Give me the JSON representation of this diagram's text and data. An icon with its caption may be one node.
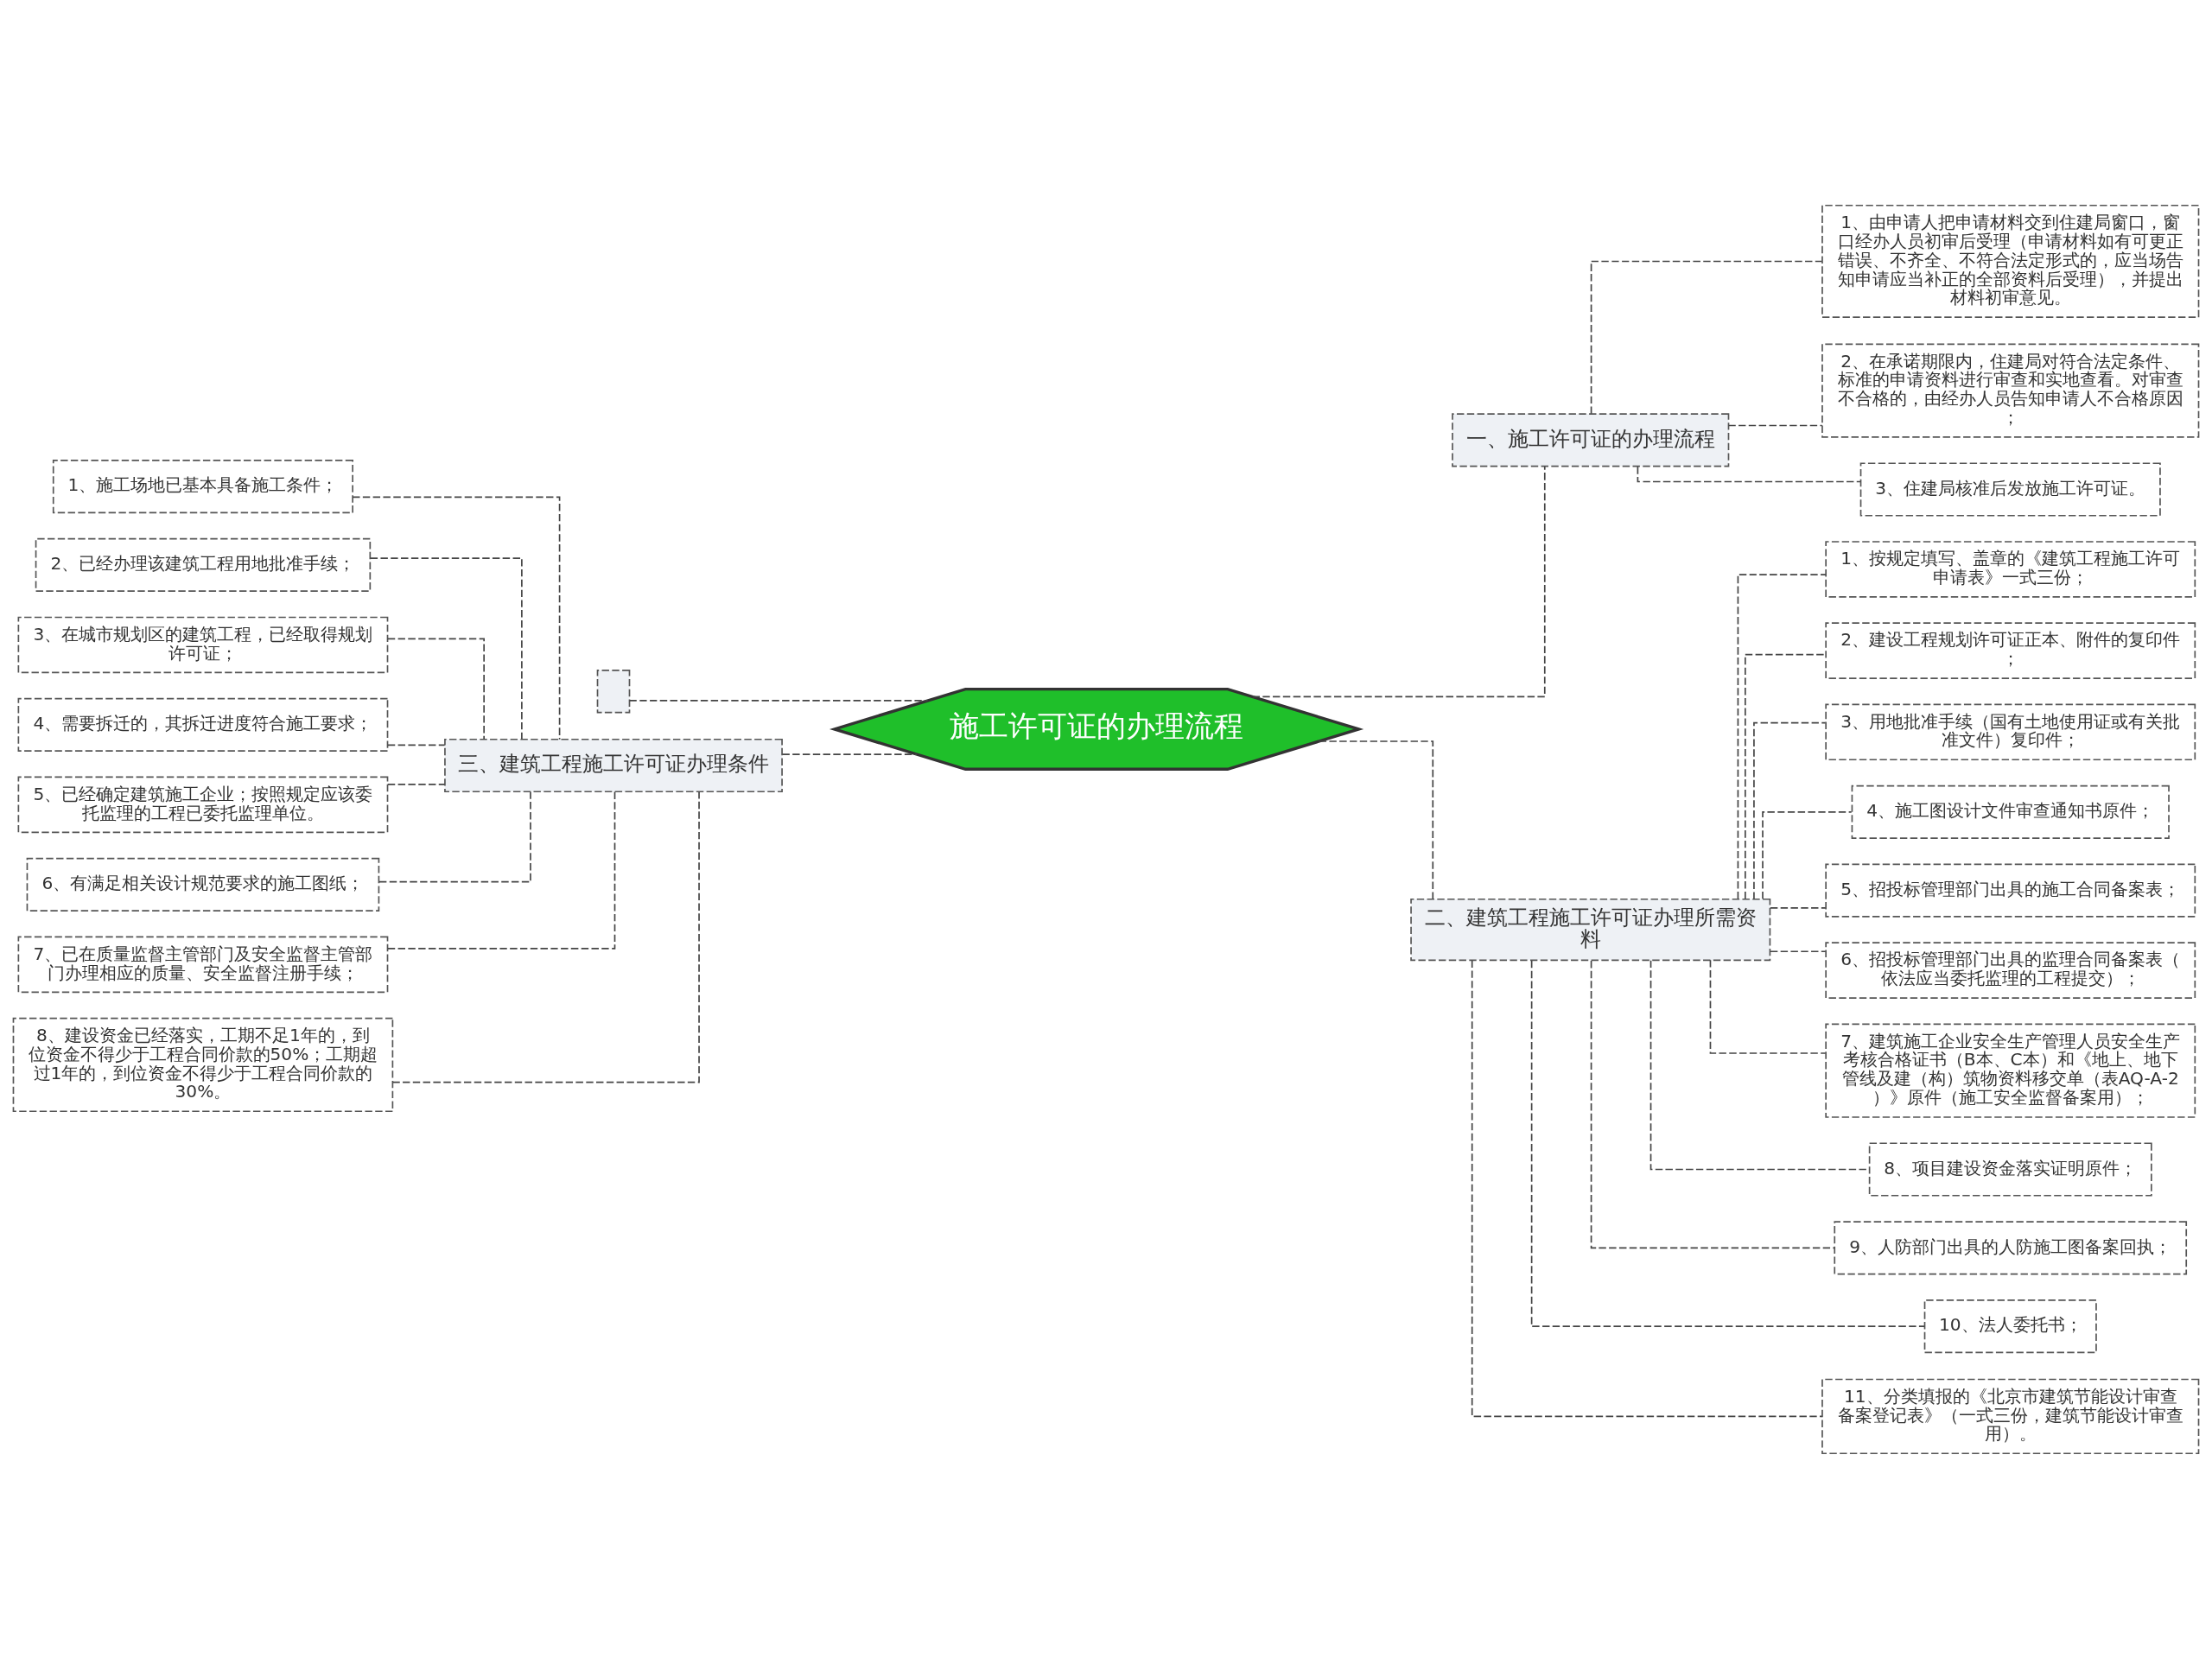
{
  "diagram": {
    "nodes": [
      {
        "text": [
          "施工许可证的办理流程"
        ]
      },
      {
        "text": [
          "一、施工许可证的办理流程"
        ]
      },
      {
        "text": [
          "1、由申请人把申请材料交到住建局窗口，窗口经办人员初审后受理（申请材料如有可更正错误、不齐全、不符合法定形式的，应当场告知申请应当补正的全部资料后受理），并提出材料初审意见。"
        ]
      },
      {
        "text": [
          "2、在承诺期限内，住建局对符合法定条件、标准的申请资料进行审查和实地查看。对审查不合格的，由经办人员告知申请人不合格原因；"
        ]
      },
      {
        "text": [
          "3、住建局核准后发放施工许可证。"
        ]
      },
      {
        "text": [
          "二、建筑工程施工许可证办理所需资料"
        ]
      },
      {
        "text": [
          "1、按规定填写、盖章的《建筑工程施工许可申请表》一式三份；"
        ]
      },
      {
        "text": [
          "2、建设工程规划许可证正本、附件的复印件；"
        ]
      },
      {
        "text": [
          "3、用地批准手续（国有土地使用证或有关批准文件）复印件；"
        ]
      },
      {
        "text": [
          "4、施工图设计文件审查通知书原件；"
        ]
      },
      {
        "text": [
          "5、招投标管理部门出具的施工合同备案表；"
        ]
      },
      {
        "text": [
          "6、招投标管理部门出具的监理合同备案表（依法应当委托监理的工程提交）；"
        ]
      },
      {
        "text": [
          "7、建筑施工企业安全生产管理人员安全生产考核合格证书（B本、C本）和《地上、地下管线及建（构）筑物资料移交单（表AQ-A-2）》原件（施工安全监督备案用）；"
        ]
      },
      {
        "text": [
          "8、项目建设资金落实证明原件；"
        ]
      },
      {
        "text": [
          "9、人防部门出具的人防施工图备案回执；"
        ]
      },
      {
        "text": [
          "10、法人委托书；"
        ]
      },
      {
        "text": [
          "11、分类填报的《北京市建筑节能设计审查备案登记表》（一式三份，建筑节能设计审查用）。"
        ]
      },
      {
        "text": [],
        "shape": "box"
      },
      {
        "text": [
          "三、建筑工程施工许可证办理条件"
        ]
      },
      {
        "text": [
          "1、施工场地已基本具备施工条件；"
        ]
      },
      {
        "text": [
          "2、已经办理该建筑工程用地批准手续；"
        ]
      },
      {
        "text": [
          "3、在城市规划区的建筑工程，已经取得规划许可证；"
        ]
      },
      {
        "text": [
          "4、需要拆迁的，其拆迁进度符合施工要求；"
        ]
      },
      {
        "text": [
          "5、已经确定建筑施工企业；按照规定应该委托监理的工程已委托监理单位。"
        ]
      },
      {
        "text": [
          "6、有满足相关设计规范要求的施工图纸；"
        ]
      },
      {
        "text": [
          "7、已在质量监督主管部门及安全监督主管部门办理相应的质量、安全监督注册手续；"
        ]
      },
      {
        "text": [
          "8、建设资金已经落实，工期不足1年的，到位资金不得少于工程合同价款的50%；工期超过1年的，到位资金不得少于工程合同价款的30%。"
        ]
      }
    ],
    "edges": [
      {
        "from": 0,
        "to": 1,
        "arrow": "none"
      },
      {
        "from": 1,
        "to": 2,
        "arrow": "none"
      },
      {
        "from": 1,
        "to": 3,
        "arrow": "none"
      },
      {
        "from": 1,
        "to": 4,
        "arrow": "none"
      },
      {
        "from": 0,
        "to": 5,
        "arrow": "none"
      },
      {
        "from": 5,
        "to": 6,
        "arrow": "none"
      },
      {
        "from": 5,
        "to": 7,
        "arrow": "none"
      },
      {
        "from": 5,
        "to": 8,
        "arrow": "none"
      },
      {
        "from": 5,
        "to": 9,
        "arrow": "none"
      },
      {
        "from": 5,
        "to": 10,
        "arrow": "none"
      },
      {
        "from": 5,
        "to": 11,
        "arrow": "none"
      },
      {
        "from": 5,
        "to": 12,
        "arrow": "none"
      },
      {
        "from": 5,
        "to": 13,
        "arrow": "none"
      },
      {
        "from": 5,
        "to": 14,
        "arrow": "none"
      },
      {
        "from": 5,
        "to": 15,
        "arrow": "none"
      },
      {
        "from": 5,
        "to": 16,
        "arrow": "none"
      },
      {
        "from": 0,
        "to": 17,
        "arrow": "none"
      },
      {
        "from": 0,
        "to": 18,
        "arrow": "none"
      },
      {
        "from": 18,
        "to": 19,
        "arrow": "none"
      },
      {
        "from": 18,
        "to": 20,
        "arrow": "none"
      },
      {
        "from": 18,
        "to": 21,
        "arrow": "none"
      },
      {
        "from": 18,
        "to": 22,
        "arrow": "none"
      },
      {
        "from": 18,
        "to": 23,
        "arrow": "none"
      },
      {
        "from": 18,
        "to": 24,
        "arrow": "none"
      },
      {
        "from": 18,
        "to": 25,
        "arrow": "none"
      },
      {
        "from": 18,
        "to": 26,
        "arrow": "none"
      }
    ]
  }
}
